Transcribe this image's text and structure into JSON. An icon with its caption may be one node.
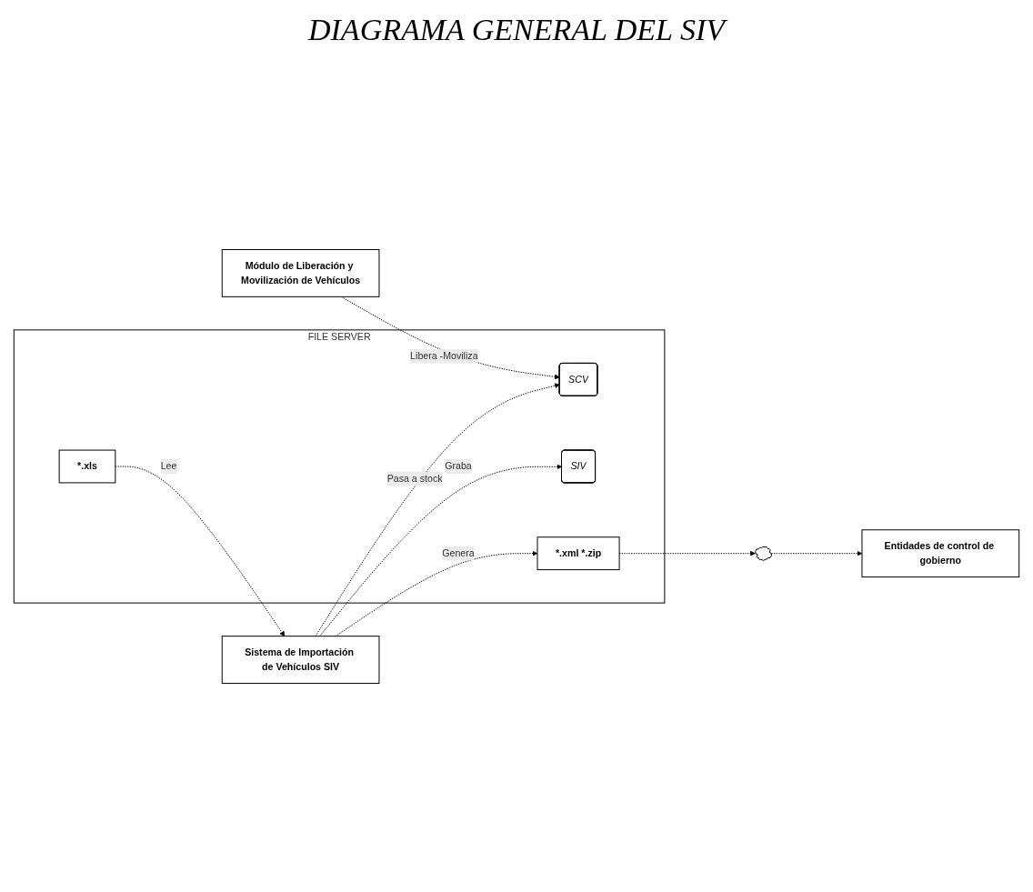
{
  "diagram": {
    "title": "DIAGRAMA GENERAL DEL SIV",
    "nodes": [
      {
        "text": [
          "Módulo de Liberación y Movilización de Vehículos"
        ]
      },
      {
        "text": [
          "FILE SERVER"
        ]
      },
      {
        "text": [
          "SCV"
        ],
        "in": 1
      },
      {
        "text": [
          "SIV"
        ],
        "in": 1
      },
      {
        "text": [
          "Sistema de Importación de Vehículos SIV"
        ]
      },
      {
        "text": [
          "*.xls"
        ],
        "in": 1
      },
      {
        "text": [
          "*.xml *.zip"
        ],
        "in": 1
      },
      {
        "text": [],
        "shape": "cloud"
      },
      {
        "text": [
          "Entidades de control de gobierno"
        ]
      }
    ],
    "edges": [
      {
        "from": 0,
        "to": 2,
        "arrow": "to",
        "label": "Libera -Moviliza",
        "style": "dashed"
      },
      {
        "from": 4,
        "to": 2,
        "arrow": "to",
        "label": "Pasa a stock",
        "style": "dashed"
      },
      {
        "from": 4,
        "to": 3,
        "arrow": "to",
        "label": "Graba",
        "style": "dashed"
      },
      {
        "from": 5,
        "to": 4,
        "arrow": "to",
        "label": "Lee",
        "style": "dashed"
      },
      {
        "from": 4,
        "to": 6,
        "arrow": "to",
        "label": "Genera",
        "style": "dashed"
      },
      {
        "from": 6,
        "to": 7,
        "arrow": "to",
        "style": "dashed"
      },
      {
        "from": 7,
        "to": 8,
        "arrow": "to",
        "style": "dashed"
      }
    ]
  }
}
